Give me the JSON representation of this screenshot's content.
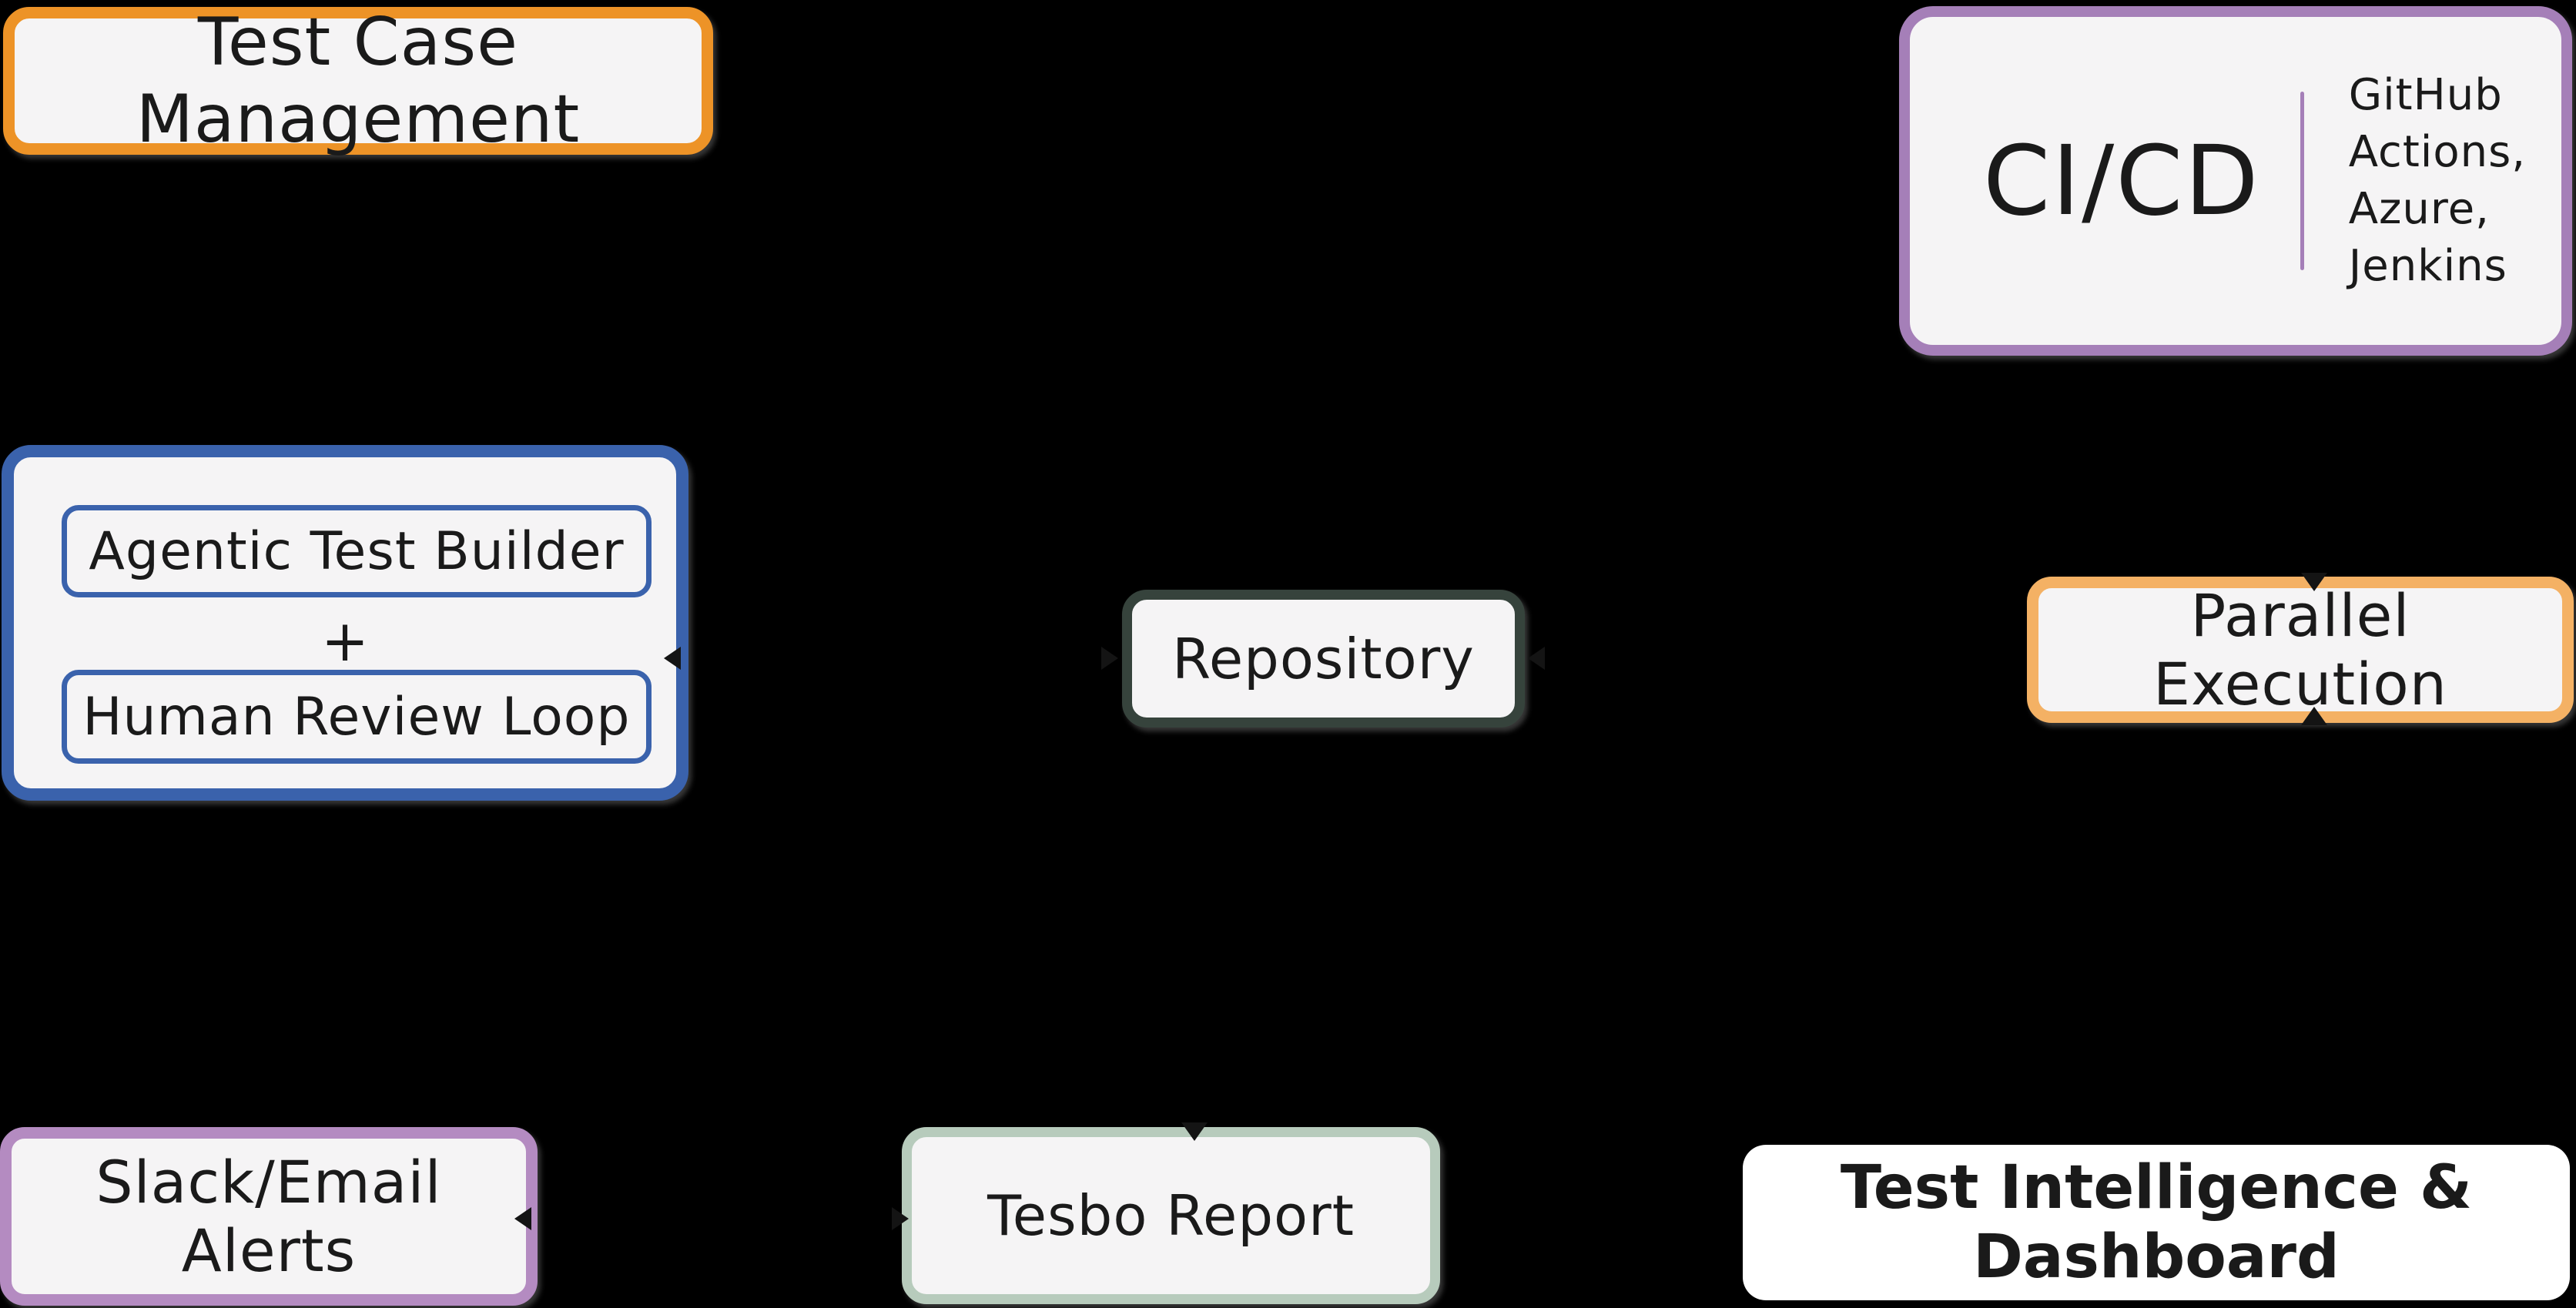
{
  "canvas": {
    "background": "#000000",
    "fill": "#F5F4F5",
    "text_color": "#1A1A1A"
  },
  "boxes": {
    "test_case_management": {
      "label": "Test Case Management",
      "border_color": "#ED9327"
    },
    "cicd": {
      "title": "CI/CD",
      "lines": [
        "GitHub Actions,",
        "Azure,",
        "Jenkins"
      ],
      "border_color": "#A57FB8",
      "divider_color": "#A57FB8"
    },
    "agentic_group": {
      "border_color": "#3A62AC",
      "builder_label": "Agentic Test Builder",
      "plus": "+",
      "review_label": "Human Review Loop"
    },
    "repository": {
      "label": "Repository",
      "border_color": "#36433C"
    },
    "parallel_execution": {
      "label": "Parallel Execution",
      "border_color": "#F4B164"
    },
    "slack_email_alerts": {
      "label": "Slack/Email Alerts",
      "border_color": "#B48BC1"
    },
    "tesbo_report": {
      "label": "Tesbo Report",
      "border_color": "#B7CBBC"
    },
    "test_intelligence": {
      "label": "Test Intelligence & Dashboard",
      "background": "#FFFFFF"
    }
  }
}
